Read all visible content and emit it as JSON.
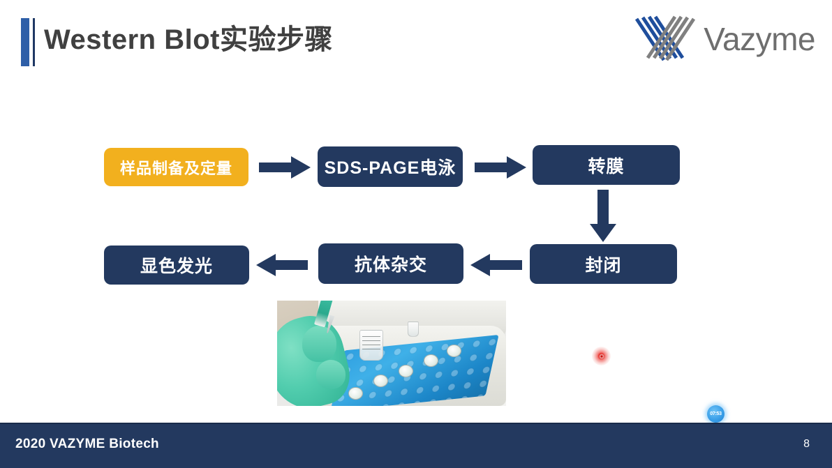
{
  "slide": {
    "title": "Western Blot实验步骤",
    "page_number": "8",
    "background_color": "#ffffff"
  },
  "brand": {
    "logo_mark": "vazyme-chevron-logo",
    "logo_text": "Vazyme",
    "logo_blue": "#1F4E9C",
    "logo_gray": "#808080"
  },
  "flow": {
    "colors": {
      "navy": "#23395F",
      "amber": "#F2B01E",
      "arrow": "#23395F",
      "box_text": "#ffffff"
    },
    "steps": [
      {
        "id": "step-1",
        "label": "样品制备及定量",
        "style": "amber",
        "row": 1
      },
      {
        "id": "step-2",
        "label": "SDS-PAGE电泳",
        "style": "navy",
        "row": 1
      },
      {
        "id": "step-3",
        "label": "转膜",
        "style": "navy",
        "row": 1
      },
      {
        "id": "step-4",
        "label": "封闭",
        "style": "navy",
        "row": 2
      },
      {
        "id": "step-5",
        "label": "抗体杂交",
        "style": "navy",
        "row": 2
      },
      {
        "id": "step-6",
        "label": "显色发光",
        "style": "navy",
        "row": 2
      }
    ],
    "arrows": [
      {
        "id": "arrow-1",
        "direction": "right",
        "from": "step-1",
        "to": "step-2"
      },
      {
        "id": "arrow-2",
        "direction": "right",
        "from": "step-2",
        "to": "step-3"
      },
      {
        "id": "arrow-3",
        "direction": "down",
        "from": "step-3",
        "to": "step-4"
      },
      {
        "id": "arrow-4",
        "direction": "left",
        "from": "step-4",
        "to": "step-5"
      },
      {
        "id": "arrow-5",
        "direction": "left",
        "from": "step-5",
        "to": "step-6"
      }
    ]
  },
  "photo": {
    "alt": "lab-photo-pipetting-pcr-tubes-on-ice"
  },
  "overlays": {
    "recording_dot": "red-recording-dot",
    "timer_label": "07:53"
  },
  "footer": {
    "text": "2020  VAZYME Biotech",
    "background_color": "#23395F"
  }
}
